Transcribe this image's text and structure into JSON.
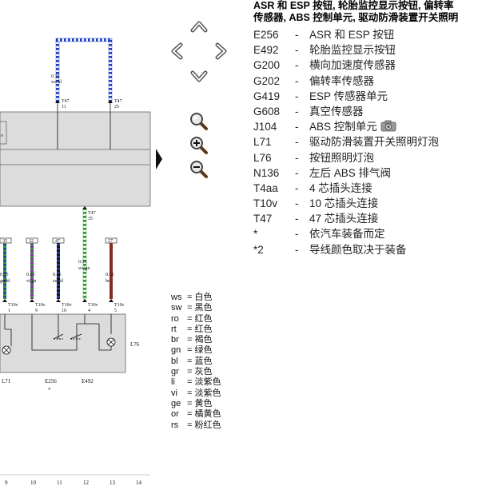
{
  "legend": {
    "title_line1": "ASR 和 ESP 按钮, 轮胎监控显示按钮, 偏转率",
    "title_line2": "传感器, ABS 控制单元, 驱动防滑装置开关照明",
    "items": [
      {
        "code": "E256",
        "dash": "-",
        "desc": "ASR 和 ESP 按钮"
      },
      {
        "code": "E492",
        "dash": "-",
        "desc": "轮胎监控显示按钮"
      },
      {
        "code": "G200",
        "dash": "-",
        "desc": "横向加速度传感器"
      },
      {
        "code": "G202",
        "dash": "-",
        "desc": "偏转率传感器"
      },
      {
        "code": "G419",
        "dash": "-",
        "desc": "ESP 传感器单元"
      },
      {
        "code": "G608",
        "dash": "-",
        "desc": "真空传感器"
      },
      {
        "code": "J104",
        "dash": "-",
        "desc": "ABS 控制单元"
      },
      {
        "code": "L71",
        "dash": "-",
        "desc": "驱动防滑装置开关照明灯泡"
      },
      {
        "code": "L76",
        "dash": "-",
        "desc": "按钮照明灯泡"
      },
      {
        "code": "N136",
        "dash": "-",
        "desc": "左后 ABS 排气阀"
      },
      {
        "code": "T4aa",
        "dash": "-",
        "desc": "4 芯插头连接"
      },
      {
        "code": "T10v",
        "dash": "-",
        "desc": "10 芯插头连接"
      },
      {
        "code": "T47",
        "dash": "-",
        "desc": "47 芯插头连接"
      },
      {
        "code": "*",
        "dash": "-",
        "desc": "依汽车装备而定"
      },
      {
        "code": "*2",
        "dash": "-",
        "desc": "导线颜色取决于装备"
      }
    ]
  },
  "color_key": [
    {
      "code": "ws",
      "eq": "=",
      "name": "白色"
    },
    {
      "code": "sw",
      "eq": "=",
      "name": "黑色"
    },
    {
      "code": "ro",
      "eq": "=",
      "name": "红色"
    },
    {
      "code": "rt",
      "eq": "=",
      "name": "红色"
    },
    {
      "code": "br",
      "eq": "=",
      "name": "褐色"
    },
    {
      "code": "gn",
      "eq": "=",
      "name": "绿色"
    },
    {
      "code": "bl",
      "eq": "=",
      "name": "蓝色"
    },
    {
      "code": "gr",
      "eq": "=",
      "name": "灰色"
    },
    {
      "code": "li",
      "eq": "=",
      "name": "淡紫色"
    },
    {
      "code": "vi",
      "eq": "=",
      "name": "淡紫色"
    },
    {
      "code": "ge",
      "eq": "=",
      "name": "黄色"
    },
    {
      "code": "or",
      "eq": "=",
      "name": "橘黄色"
    },
    {
      "code": "rs",
      "eq": "=",
      "name": "粉红色"
    }
  ],
  "diagram": {
    "top_wire_gauge": "0.35",
    "top_wire_color": "ws/bl",
    "t47_a": {
      "conn": "T47",
      "pin": "11"
    },
    "t47_b": {
      "conn": "T47",
      "pin": "25"
    },
    "t47_mid": {
      "conn": "T47",
      "pin": "35"
    },
    "left_box_text": "o",
    "mid_wire_gauge": "0.35",
    "mid_wire_color": "ws/gn",
    "fuse_labels": [
      "35",
      "32",
      "47",
      "27"
    ],
    "lower_wires": [
      {
        "gauge": "0.35",
        "color": "gn/bl"
      },
      {
        "gauge": "0.35",
        "color": "vi/gn"
      },
      {
        "gauge": "0.35",
        "color": "sw/bl"
      },
      {
        "gauge": "0.35",
        "color": "br"
      }
    ],
    "t10v_pins": [
      {
        "conn": "T10v",
        "pin": "1"
      },
      {
        "conn": "T10v",
        "pin": "9"
      },
      {
        "conn": "T10v",
        "pin": "10"
      },
      {
        "conn": "T10v",
        "pin": "4"
      },
      {
        "conn": "T10v",
        "pin": "5"
      }
    ],
    "component_labels": {
      "l71": "L71",
      "e256": "E256",
      "e256_note": "*",
      "e492": "E492",
      "l76": "L76"
    },
    "column_numbers": [
      "9",
      "10",
      "11",
      "12",
      "13",
      "14"
    ]
  },
  "controls": {
    "nav_up": "arrow-up-icon",
    "nav_left": "arrow-left-icon",
    "nav_right": "arrow-right-icon",
    "nav_down": "arrow-down-icon",
    "zoom_fit": "magnifier-icon",
    "zoom_in": "zoom-in-icon",
    "zoom_out": "zoom-out-icon",
    "collapse": "triangle-right-icon",
    "camera": "camera-icon"
  },
  "colors": {
    "wire_blue": "#1f3fbf",
    "wire_green": "#2a9a2a",
    "wire_violet": "#8c2bb5",
    "wire_brown": "#8a2b22",
    "panel_gray": "#dcdcdc"
  }
}
